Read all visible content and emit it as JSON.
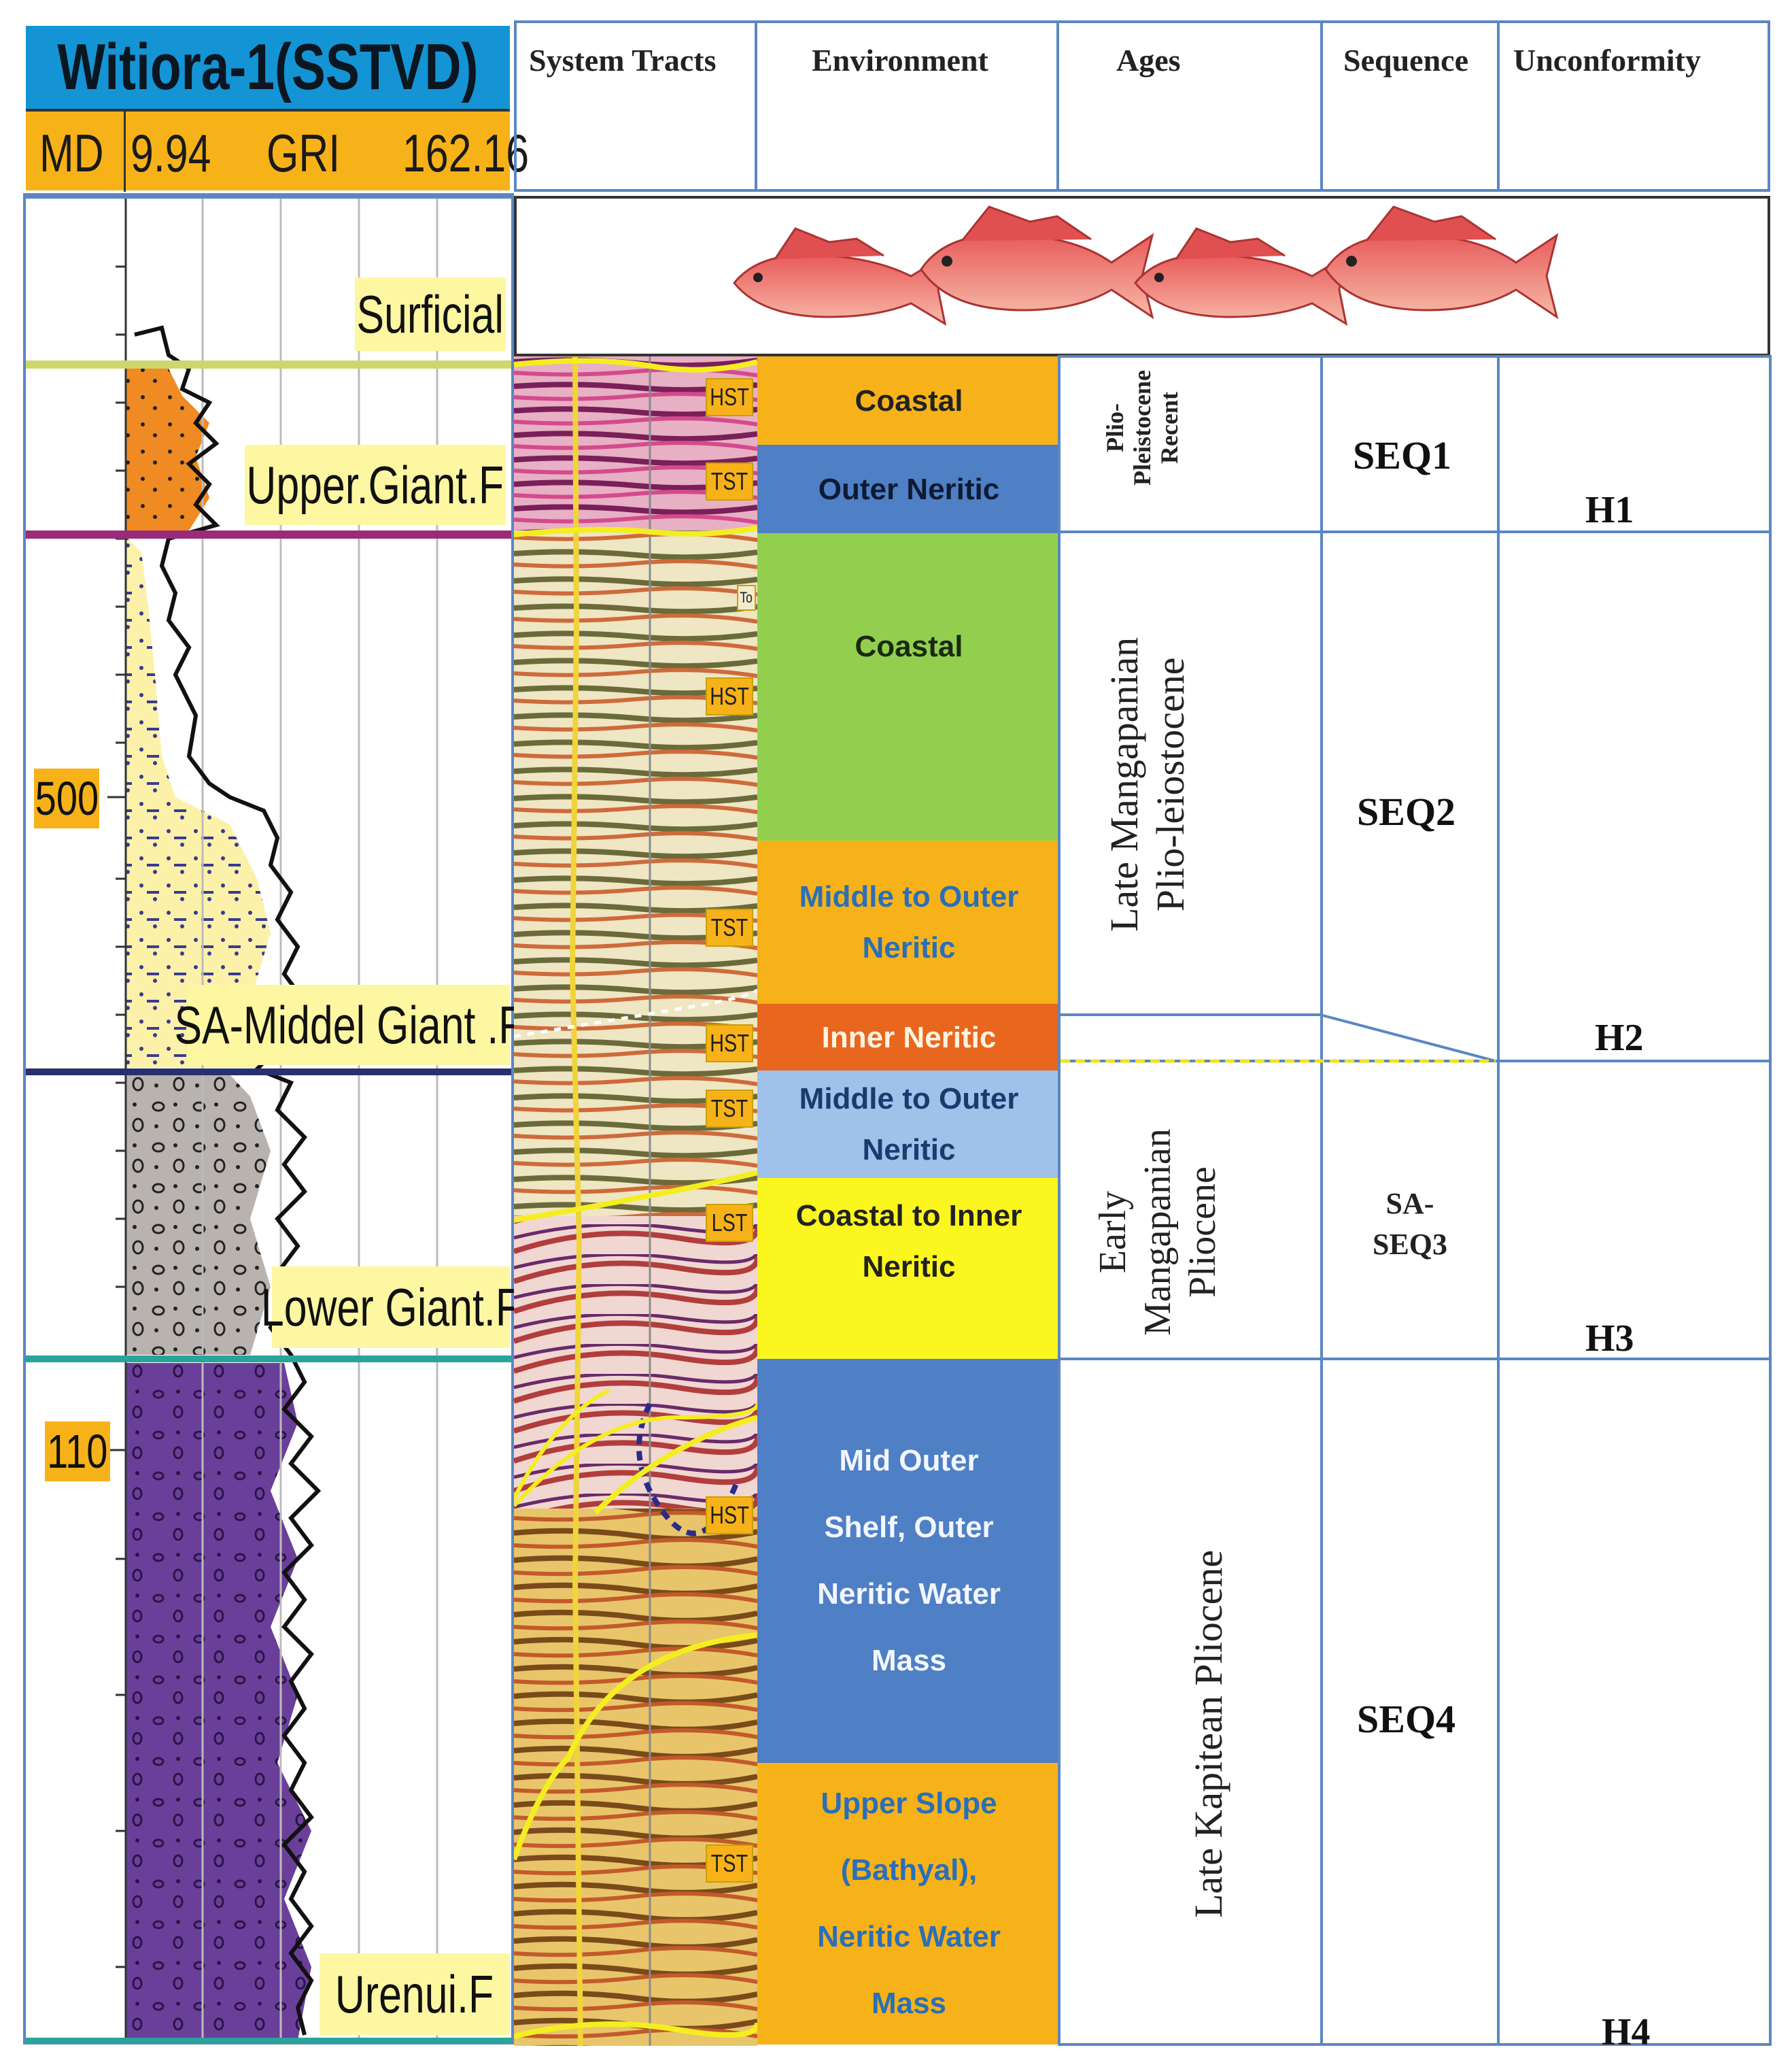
{
  "well": {
    "title": "Witiora-1(SSTVD)",
    "curve_md": "MD",
    "curve_min": "9.94",
    "curve_name": "GRI",
    "curve_max": "162.16",
    "depth_500": "500",
    "depth_110": "110"
  },
  "headers": {
    "system_tracts": "System Tracts",
    "environment": "Environment",
    "ages": "Ages",
    "sequence": "Sequence",
    "unconformity": "Unconformity"
  },
  "formations": {
    "surficial": "Surficial",
    "upper_giant": "Upper.Giant.F",
    "middle_giant": "SA-Middel Giant .F",
    "lower_giant": "Lower Giant.F",
    "urenui": "Urenui.F"
  },
  "system_tracts": {
    "hst1": "HST",
    "tst1": "TST",
    "to": "To",
    "hst2": "HST",
    "tst2": "TST",
    "hst3": "HST",
    "tst3": "TST",
    "lst": "LST",
    "hst4": "HST",
    "tst4": "TST"
  },
  "environments": {
    "e1": "Coastal",
    "e2": "Outer Neritic",
    "e3": "Coastal",
    "e4_l1": "Middle to Outer",
    "e4_l2": "Neritic",
    "e5": "Inner Neritic",
    "e6_l1": "Middle to Outer",
    "e6_l2": "Neritic",
    "e7_l1": "Coastal to Inner",
    "e7_l2": "Neritic",
    "e8_l1": "Mid Outer",
    "e8_l2": "Shelf, Outer",
    "e8_l3": "Neritic Water",
    "e8_l4": "Mass",
    "e9_l1": "Upper Slope",
    "e9_l2": "(Bathyal),",
    "e9_l3": "Neritic Water",
    "e9_l4": "Mass"
  },
  "ages": {
    "a1_l1": "Plio-",
    "a1_l2": "Pleistocene",
    "a1_l3": "Recent",
    "a2_l1": "Late Mangapanian",
    "a2_l2": "Plio-leiostocene",
    "a3_l1": "Early",
    "a3_l2": "Mangapanian",
    "a3_l3": "Pliocene",
    "a4": "Late Kapitean Pliocene"
  },
  "sequences": {
    "s1": "SEQ1",
    "s2": "SEQ2",
    "s3_l1": "SA-",
    "s3_l2": "SEQ3",
    "s4": "SEQ4"
  },
  "unconformities": {
    "h1": "H1",
    "h2": "H2",
    "h3": "H3",
    "h4": "H4"
  },
  "colors": {
    "header_blue": "#1494d4",
    "header_orange": "#f7b21a",
    "env_orange": "#f7b21a",
    "env_blue": "#4f7fc4",
    "env_green": "#92cf4f",
    "env_deep_orange": "#e8661e",
    "env_light_blue": "#9ec2ea",
    "env_yellow": "#fbf71e",
    "grid_blue": "#5b86c2",
    "horizon_yellow": "#cfd66a",
    "horizon_magenta": "#9a2a7a",
    "horizon_navy": "#28306e",
    "horizon_teal": "#2aa39a"
  },
  "icons": [
    "fish-icon"
  ]
}
